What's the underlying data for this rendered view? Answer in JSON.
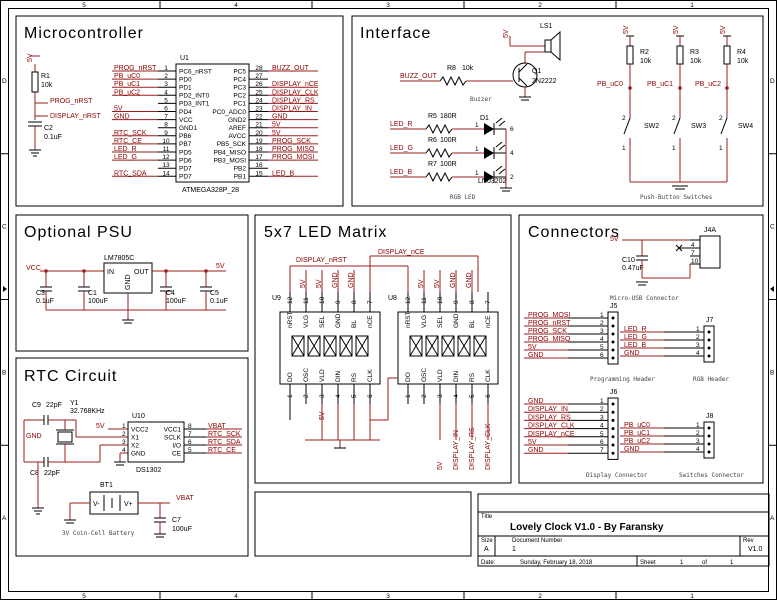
{
  "border_cols": [
    "5",
    "4",
    "3",
    "2",
    "1"
  ],
  "border_rows": [
    "D",
    "C",
    "B",
    "A"
  ],
  "sections": {
    "mcu": "Microcontroller",
    "iface": "Interface",
    "psu": "Optional PSU",
    "matrix": "5x7 LED Matrix",
    "conn": "Connectors",
    "rtc": "RTC Circuit"
  },
  "mcu": {
    "ref": "U1",
    "part": "ATMEGA328P_28",
    "r1_ref": "R1",
    "r1_val": "10k",
    "c2_ref": "C2",
    "c2_val": "0.1uF",
    "vcc": "5V",
    "net_prog_nrst": "PROG_nRST",
    "net_display_nrst": "DISPLAY_nRST",
    "left_nets": [
      "PROG_nRST",
      "PB_uC0",
      "PB_uC1",
      "PB_uC2",
      "",
      "5V",
      "GND",
      "",
      "RTC_SCK",
      "RTC_CE",
      "LED_R",
      "LED_G",
      "",
      "RTC_SDA"
    ],
    "left_pins": [
      "PC6_nRST",
      "PD0",
      "PD1",
      "PD2_INT0",
      "PD3_INT1",
      "PD4",
      "VCC",
      "GND1",
      "PB6",
      "PB7",
      "PD5",
      "PD6",
      "PD7",
      "PD7"
    ],
    "left_nums": [
      "1",
      "2",
      "3",
      "4",
      "5",
      "6",
      "7",
      "8",
      "9",
      "10",
      "11",
      "12",
      "13",
      "14"
    ],
    "right_pins": [
      "PC5",
      "PC4",
      "PC3",
      "PC2",
      "PC1",
      "PC0_ADC0",
      "GND2",
      "AREF",
      "AVCC",
      "PB5_SCK",
      "PB4_MISO",
      "PB3_MOSI",
      "PB2",
      "PB1"
    ],
    "right_nums": [
      "28",
      "27",
      "26",
      "25",
      "24",
      "23",
      "22",
      "21",
      "20",
      "19",
      "18",
      "17",
      "16",
      "15"
    ],
    "right_nets": [
      "BUZZ_OUT",
      "",
      "DISPLAY_nCE",
      "DISPLAY_CLK",
      "DISPLAY_RS",
      "DISPLAY_IN",
      "GND",
      "5V",
      "5V",
      "PROG_SCK",
      "PROG_MISO",
      "PROG_MOSI",
      "",
      "LED_B"
    ]
  },
  "iface": {
    "vcc": "5V",
    "ls": "LS1",
    "r8": "R8",
    "r8v": "10k",
    "q": "Q1",
    "qp": "2N2222",
    "buzz": "BUZZ_OUT",
    "buzzer_cap": "Buzzer",
    "r5": "R5",
    "r5v": "180R",
    "r6": "R6",
    "r6v": "100R",
    "r7": "R7",
    "r7v": "100R",
    "d1": "D1",
    "d1p": "LN03202",
    "led_r": "LED_R",
    "led_g": "LED_G",
    "led_b": "LED_B",
    "rgb_cap": "RGB LED",
    "r2": "R2",
    "r3": "R3",
    "r4": "R4",
    "rv": "10k",
    "sw2": "SW2",
    "sw3": "SW3",
    "sw4": "SW4",
    "pb0": "PB_uC0",
    "pb1": "PB_uC1",
    "pb2": "PB_uC2",
    "pb_cap": "Push-Button Switches"
  },
  "psu": {
    "vcc_in": "VCC",
    "reg": "LM7805C",
    "in": "IN",
    "out": "OUT",
    "gnd": "GND",
    "c3": "C3",
    "c3v": "0.1uF",
    "c1": "C1",
    "c1v": "100uF",
    "c4": "C4",
    "c4v": "100uF",
    "c5": "C5",
    "c5v": "0.1uF",
    "vout": "5V"
  },
  "matrix": {
    "u9": "U9",
    "u8": "U8",
    "top_pins": [
      "nRST",
      "VLG",
      "SEL",
      "GND",
      "BL",
      "nCE"
    ],
    "top_nums": [
      "12",
      "11",
      "10",
      "9",
      "8",
      "7"
    ],
    "bot_pins": [
      "DO",
      "OSC",
      "VLD",
      "DIN",
      "RS",
      "CLK"
    ],
    "bot_nums": [
      "1",
      "2",
      "3",
      "4",
      "5",
      "6"
    ],
    "net_nrst": "DISPLAY_nRST",
    "net_nce": "DISPLAY_nCE",
    "top_sig": [
      "5V",
      "5V",
      "GND",
      "GND"
    ],
    "u8_bot_sig": [
      "5V",
      "DISPLAY_IN",
      "DISPLAY_RS",
      "DISPLAY_CLK"
    ],
    "u9_bot_sig": [
      "5V"
    ]
  },
  "conn": {
    "j4": "J4A",
    "vcc": "5V",
    "c10": "C10",
    "c10v": "0.47uF",
    "j4pins": [
      "4",
      "7",
      "10"
    ],
    "usb_cap": "Micro-USB Connector",
    "j5": "J5",
    "j5nets": [
      "PROG_MOSI",
      "PROG_nRST",
      "PROG_SCK",
      "PROG_MISO",
      "5V",
      "GND"
    ],
    "j5_cap": "Programming Header",
    "j7": "J7",
    "j7nets": [
      "LED_R",
      "LED_G",
      "LED_B",
      "GND"
    ],
    "j7_cap": "RGB Header",
    "j6": "J6",
    "j6nets": [
      "GND",
      "DISPLAY_IN",
      "DISPLAY_RS",
      "DISPLAY_CLK",
      "DISPLAY_nCE",
      "5V",
      "GND"
    ],
    "j6_cap": "Display Connector",
    "j8": "J8",
    "j8nets": [
      "PB_uC0",
      "PB_uC1",
      "PB_uC2",
      "GND"
    ],
    "j8_cap": "Switches Connector",
    "nums": [
      "1",
      "2",
      "3",
      "4",
      "5",
      "6",
      "7"
    ]
  },
  "rtc": {
    "c9": "C9",
    "c9v": "22pF",
    "c8": "C8",
    "c8v": "22pF",
    "y1": "Y1",
    "y1v": "32.768KHz",
    "gnd": "GND",
    "u10": "U10",
    "part": "DS1302",
    "vcc": "5V",
    "lp": [
      "VCC2",
      "X1",
      "X2",
      "GND"
    ],
    "ln": [
      "1",
      "2",
      "3",
      "4"
    ],
    "rp": [
      "VCC1",
      "SCLK",
      "I/O",
      "CE"
    ],
    "rn": [
      "8",
      "7",
      "6",
      "5"
    ],
    "rnets": [
      "VBAT",
      "RTC_SCK",
      "RTC_SDA",
      "RTC_CE"
    ],
    "bt": "BT1",
    "vminus": "V-",
    "vplus": "V+",
    "vbat": "VBAT",
    "c7": "C7",
    "c7v": "100uF",
    "batt_cap": "3V Coin-Cell Battery"
  },
  "title_block": {
    "title_label": "Title",
    "title": "Lovely Clock V1.0 - By Faransky",
    "size_label": "Size",
    "size": "A",
    "doc_label": "Document Number",
    "doc": "1",
    "rev_label": "Rev",
    "rev": "V1.0",
    "date_label": "Date:",
    "date": "Sunday, February 18, 2018",
    "sheet_label": "Sheet",
    "sheet": "1",
    "of_label": "of",
    "of": "1"
  }
}
